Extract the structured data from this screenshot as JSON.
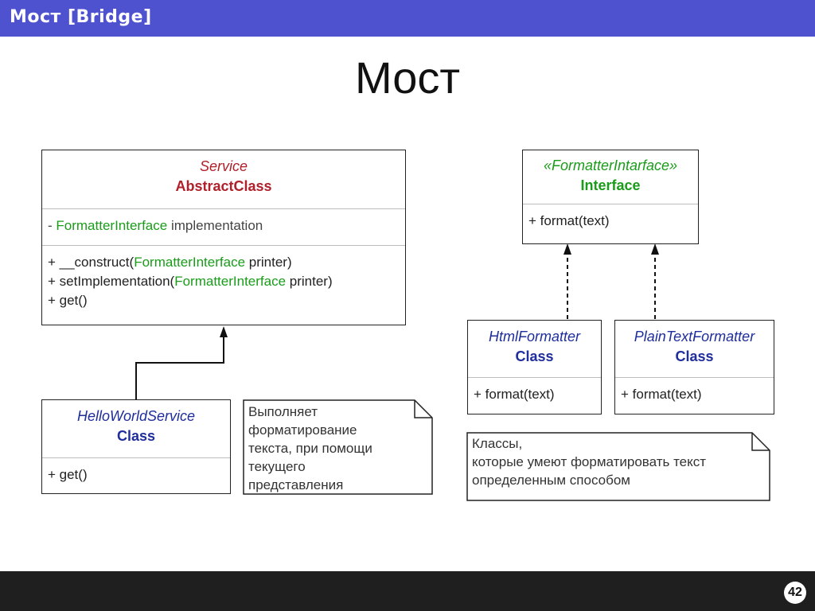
{
  "header": {
    "title": "Мост [Bridge]"
  },
  "slide": {
    "title": "Мост",
    "page_number": "42"
  },
  "service": {
    "stereotype": "Service",
    "name": "AbstractClass",
    "attr_type": "FormatterInterface",
    "attr_name": "implementation",
    "methods": [
      {
        "prefix": "+ __construct(",
        "type": "FormatterInterface",
        "suffix": " printer)"
      },
      {
        "prefix": "+ setImplementation(",
        "type": "FormatterInterface",
        "suffix": " printer)"
      },
      {
        "prefix": "+ get()",
        "type": "",
        "suffix": ""
      }
    ]
  },
  "hello": {
    "stereotype": "HelloWorldService",
    "name": "Class",
    "method": "+ get()"
  },
  "note_left": {
    "lines": [
      "Выполняет",
      "форматирование",
      "текста, при помощи",
      "текущего",
      "представления"
    ]
  },
  "formatter": {
    "stereotype": "«FormatterIntarface»",
    "name": "Interface",
    "method": "+ format(text)"
  },
  "html": {
    "stereotype": "HtmlFormatter",
    "name": "Class",
    "method": "+ format(text)"
  },
  "plain": {
    "stereotype": "PlainTextFormatter",
    "name": "Class",
    "method": "+ format(text)"
  },
  "note_right": {
    "lines": [
      "Классы,",
      "которые умеют форматировать текст",
      "определенным способом"
    ]
  },
  "colors": {
    "header_bar": "#4f52cf",
    "footer_bar": "#1f1f1f",
    "abstract": "#b0202a",
    "class": "#1f2e9c",
    "interface_type": "#1a9c1a"
  }
}
